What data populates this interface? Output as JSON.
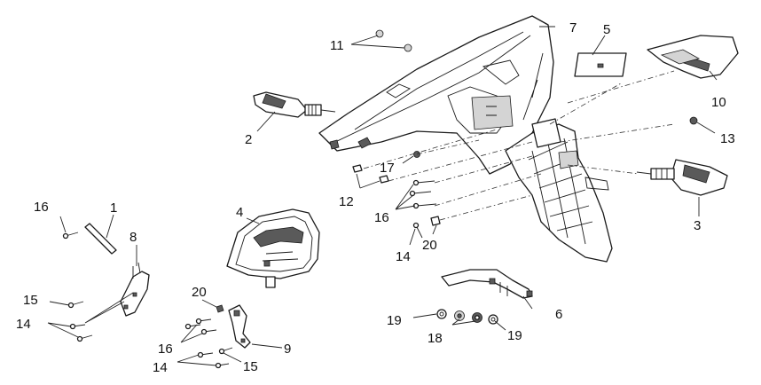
{
  "diagram": {
    "labels": {
      "p1": "1",
      "p2": "2",
      "p3": "3",
      "p4": "4",
      "p5": "5",
      "p6": "6",
      "p7": "7",
      "p8": "8",
      "p9": "9",
      "p10": "10",
      "p11": "11",
      "p12": "12",
      "p13": "13",
      "p14a": "14",
      "p14b": "14",
      "p14c": "14",
      "p15a": "15",
      "p15b": "15",
      "p16a": "16",
      "p16b": "16",
      "p16c": "16",
      "p17": "17",
      "p18": "18",
      "p19a": "19",
      "p19b": "19",
      "p20a": "20",
      "p20b": "20"
    }
  }
}
